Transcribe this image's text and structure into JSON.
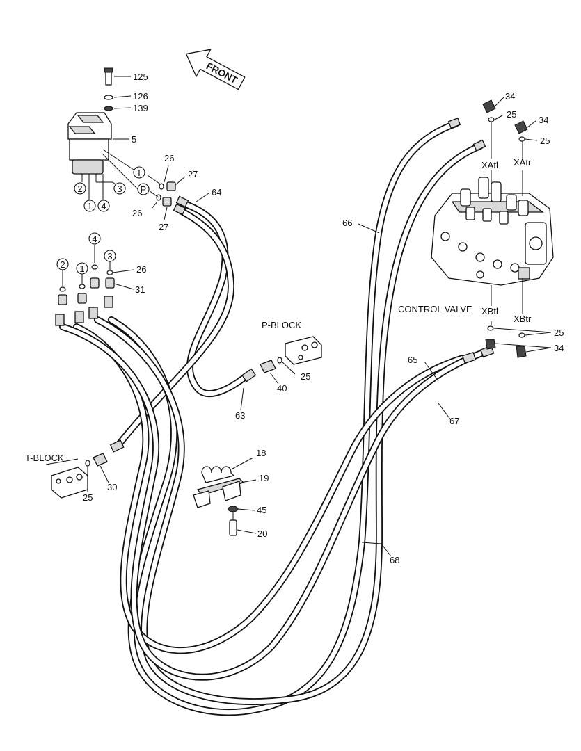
{
  "front_arrow": {
    "label": "FRONT"
  },
  "blocks": {
    "p_block": "P-BLOCK",
    "t_block": "T-BLOCK",
    "control_valve": "CONTROL VALVE"
  },
  "ports": {
    "xatl": "XAtl",
    "xatr": "XAtr",
    "xbtl": "XBtl",
    "xbtr": "XBtr",
    "t": "T",
    "p": "P"
  },
  "circled": {
    "c1": "1",
    "c2": "2",
    "c3": "3",
    "c4": "4"
  },
  "callouts": {
    "n125": "125",
    "n126": "126",
    "n139": "139",
    "n5": "5",
    "n26a": "26",
    "n27a": "27",
    "n26b": "26",
    "n27b": "27",
    "n64": "64",
    "n26c": "26",
    "n31": "31",
    "n66": "66",
    "n34a": "34",
    "n25a": "25",
    "n34b": "34",
    "n25b": "25",
    "n25c": "25",
    "n34c": "34",
    "n65": "65",
    "n67": "67",
    "n25d": "25",
    "n40": "40",
    "n63": "63",
    "n18": "18",
    "n19": "19",
    "n45": "45",
    "n20": "20",
    "n25e": "25",
    "n30": "30",
    "n68": "68"
  },
  "colors": {
    "line": "#111111",
    "background": "#ffffff",
    "fill_grey": "#d9d9d9"
  }
}
